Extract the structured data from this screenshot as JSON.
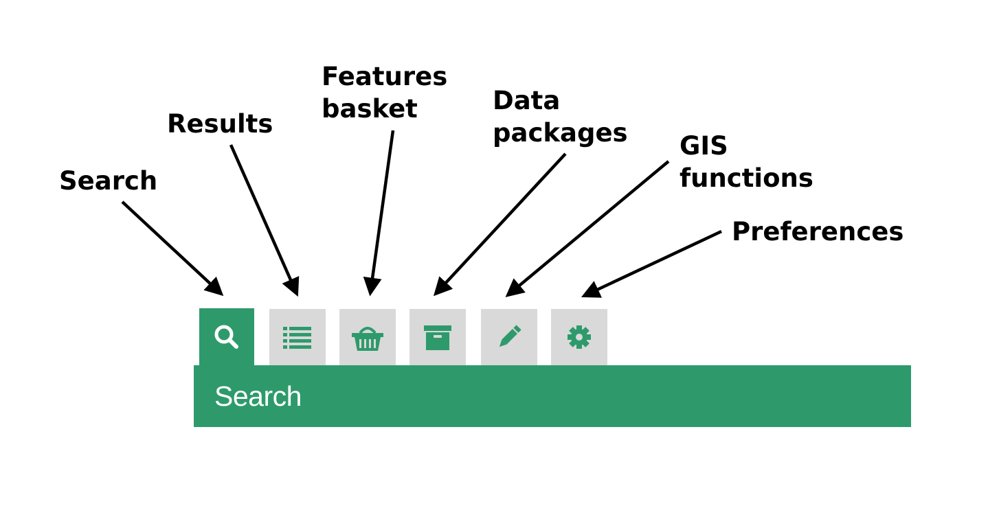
{
  "callouts": {
    "search": "Search",
    "results": "Results",
    "features_basket_line1": "Features",
    "features_basket_line2": "basket",
    "data_packages_line1": "Data",
    "data_packages_line2": "packages",
    "gis_functions_line1": "GIS",
    "gis_functions_line2": "functions",
    "preferences": "Preferences"
  },
  "tabs": [
    {
      "icon": "search-icon",
      "active": true
    },
    {
      "icon": "list-icon",
      "active": false
    },
    {
      "icon": "basket-icon",
      "active": false
    },
    {
      "icon": "archive-box-icon",
      "active": false
    },
    {
      "icon": "pencil-icon",
      "active": false
    },
    {
      "icon": "gear-icon",
      "active": false
    }
  ],
  "panel": {
    "title": "Search"
  },
  "colors": {
    "accent": "#2e9a6c",
    "tab_inactive": "#d9d9d9",
    "icon_inactive": "#2e9a6c",
    "icon_active": "#ffffff"
  }
}
